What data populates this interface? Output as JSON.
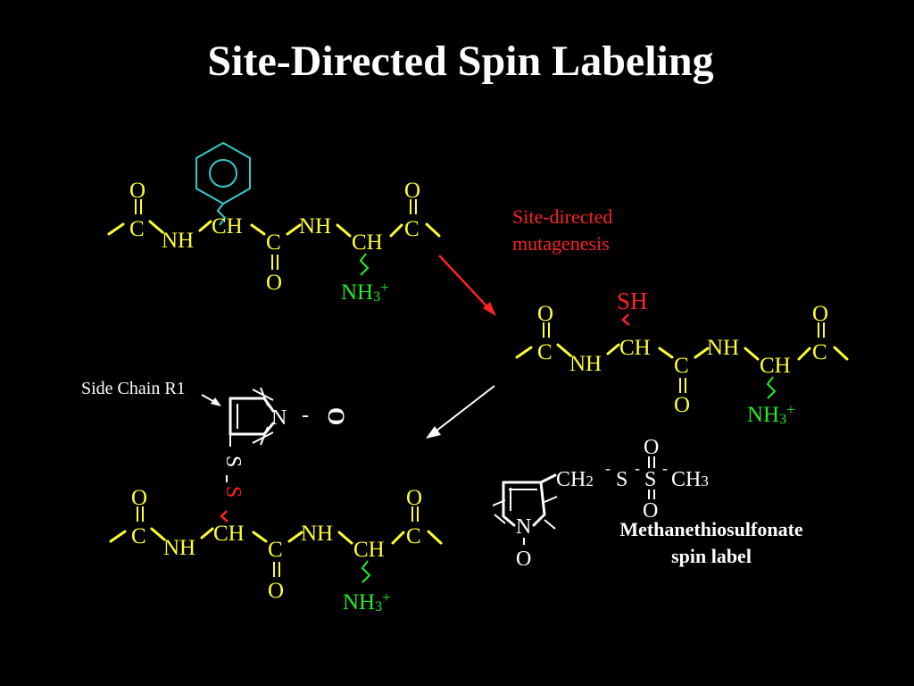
{
  "title": "Site-Directed Spin Labeling",
  "captions": {
    "mutagenesis_line1": "Site-directed",
    "mutagenesis_line2": "mutagenesis",
    "side_chain": "Side Chain R1",
    "mts_line1": "Methanethiosulfonate",
    "mts_line2": "spin label"
  },
  "peptide": {
    "o": "O",
    "c": "C",
    "nh": "NH",
    "ch": "CH",
    "nh3": "NH",
    "nh3_sub": "3",
    "nh3_charge": "+"
  },
  "mutant": {
    "sh": "SH"
  },
  "labeled": {
    "s": "S",
    "dash": "-",
    "n": "N",
    "o": "O"
  },
  "reagent": {
    "ch2": "CH",
    "ch2_sub": "2",
    "dash": "-",
    "s": "S",
    "o": "O",
    "ch3": "CH",
    "ch3_sub": "3",
    "n": "N"
  },
  "colors": {
    "background": "#000000",
    "backbone": "#ffff33",
    "side_chain_amine": "#22ee22",
    "highlight": "#ff2222",
    "ring": "#33cccc",
    "label_text": "#ffffff"
  }
}
